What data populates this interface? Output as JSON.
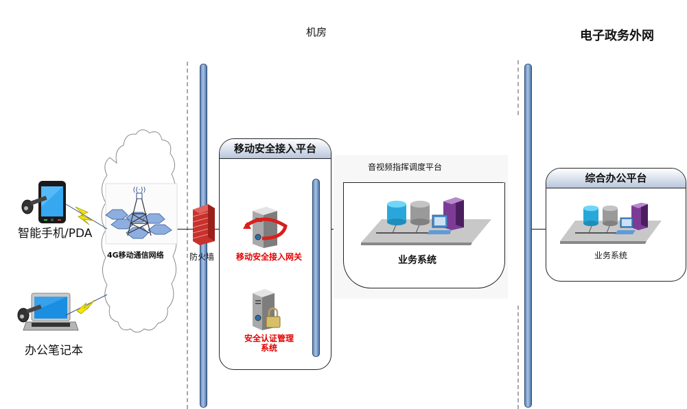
{
  "zones": {
    "machine_room": "机房",
    "egov_external_network": "电子政务外网"
  },
  "devices": {
    "smartphone": "智能手机/PDA",
    "laptop": "办公笔记本",
    "mobile_network": "4G移动通信网络",
    "firewall": "防火墙"
  },
  "mobile_access_platform": {
    "title": "移动安全接入平台",
    "gateway": "移动安全接入网关",
    "auth_system_line1": "安全认证管理",
    "auth_system_line2": "系统"
  },
  "av_dispatch_platform": {
    "title": "音视频指挥调度平台",
    "business_system": "业务系统"
  },
  "office_platform": {
    "title": "综合办公平台",
    "business_system": "业务系统"
  },
  "colors": {
    "pipe_blue": "#7fa3d3",
    "firewall_red": "#d9302c",
    "highlight_red": "#e60000",
    "lightning_yellow": "#f5e600"
  }
}
